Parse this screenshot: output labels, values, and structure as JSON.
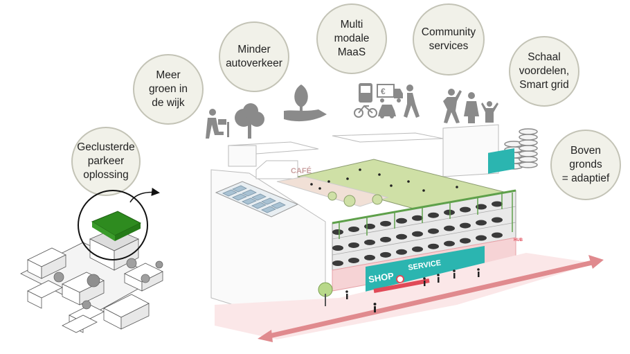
{
  "bubbles": [
    {
      "id": "geclusterde",
      "text": "Geclusterde\nparkeer\noplossing"
    },
    {
      "id": "meer-groen",
      "text": "Meer\ngroen in\nde wijk"
    },
    {
      "id": "minder-auto",
      "text": "Minder\nautoverkeer"
    },
    {
      "id": "multimodale",
      "text": "Multi\nmodale\nMaaS"
    },
    {
      "id": "community",
      "text": "Community\nservices"
    },
    {
      "id": "schaal",
      "text": "Schaal\nvoordelen,\nSmart grid"
    },
    {
      "id": "boven",
      "text": "Boven\ngronds\n= adaptief"
    }
  ],
  "building": {
    "shop_label": "SHOP",
    "service_label": "SERVICE",
    "cafe_label": "CAFÉ",
    "hub_label": "HUB",
    "euro_symbol": "€"
  },
  "icons": [
    "person-reading-icon",
    "tree-icon",
    "hand-plant-icon",
    "bus-icon",
    "van-icon",
    "bicycle-icon",
    "car-icon",
    "walking-person-icon",
    "community-people-icon",
    "coin-stacks-icon"
  ],
  "colors": {
    "bubble_fill": "#f1f1e9",
    "bubble_border": "#c3c3b6",
    "icon_gray": "#8a8a8a",
    "roof_green": "#cfe0a6",
    "green_block": "#2e8b1f",
    "facade_teal": "#2bb5b0",
    "arrow_pink": "#e08a8e",
    "street_pink": "#f6d3d5"
  }
}
